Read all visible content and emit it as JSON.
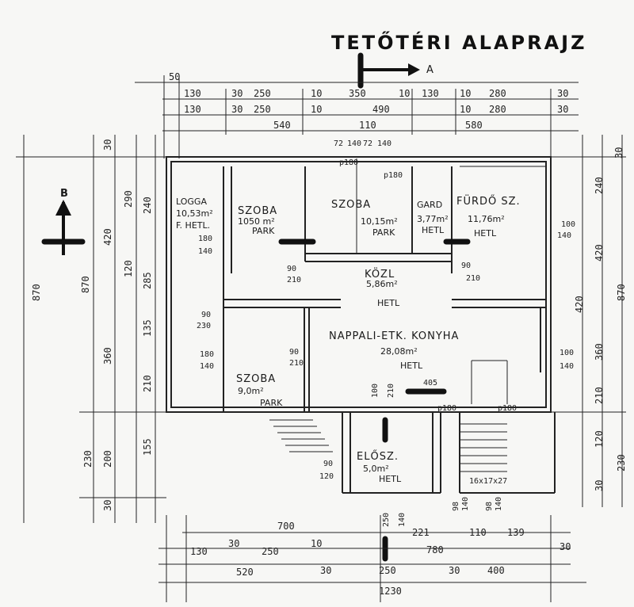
{
  "title": "TETŐTÉRI ALAPRAJZ",
  "section_marks": {
    "a": "A",
    "b": "B"
  },
  "rooms": {
    "logga": {
      "name": "LOGGA",
      "area": "10,53m²",
      "finish": "F. HETL."
    },
    "szoba1": {
      "name": "SZOBA",
      "area": "1050 m²",
      "finish": "PARK"
    },
    "szoba2": {
      "name": "SZOBA",
      "area": "10,15m²",
      "finish": "PARK"
    },
    "gard": {
      "name": "GARD",
      "area": "3,77m²",
      "finish": "HETL"
    },
    "furdo": {
      "name": "FÜRDŐ SZ.",
      "area": "11,76m²",
      "finish": "HETL"
    },
    "kozl": {
      "name": "KÖZL",
      "area": "5,86m²",
      "finish": "HETL"
    },
    "nappali": {
      "name": "NAPPALI-ETK. KONYHA",
      "area": "28,08m²",
      "finish": "HETL"
    },
    "szoba3": {
      "name": "SZOBA",
      "area": "9,0m²",
      "finish": "PARK"
    },
    "elosz": {
      "name": "ELŐSZ.",
      "area": "5,0m²",
      "finish": "HETL"
    }
  },
  "dims": {
    "top1": [
      "50"
    ],
    "top2": [
      "130",
      "30",
      "250",
      "10",
      "350",
      "10",
      "130",
      "10",
      "280",
      "30"
    ],
    "top3": [
      "130",
      "30",
      "250",
      "10",
      "490",
      "10",
      "280",
      "30"
    ],
    "top4": [
      "540",
      "110",
      "580"
    ],
    "top5": [
      "72",
      "140",
      "72",
      "140"
    ],
    "left1": [
      "30",
      "420",
      "240"
    ],
    "left2": [
      "870",
      "360",
      "230"
    ],
    "left3": [
      "290",
      "120",
      "285",
      "135",
      "210",
      "155"
    ],
    "left4": [
      "870",
      "200",
      "30"
    ],
    "right1": [
      "240",
      "420",
      "870",
      "120",
      "30"
    ],
    "right2": [
      "30",
      "420",
      "360",
      "210",
      "230"
    ],
    "bottom1": [
      "700",
      "221",
      "110",
      "139"
    ],
    "bottom2": [
      "130",
      "30",
      "250",
      "10",
      "780",
      "30"
    ],
    "bottom3": [
      "520",
      "30",
      "250",
      "30",
      "400"
    ],
    "bottom4": [
      "1230"
    ],
    "door_notes": {
      "d1": "180",
      "d2": "140",
      "d3": "90",
      "d4": "210",
      "d5": "90",
      "d6": "230",
      "d7": "180",
      "d8": "140",
      "d9": "90",
      "d10": "210",
      "d11": "100",
      "d12": "140",
      "d13": "100",
      "d14": "140",
      "d15": "90",
      "d16": "210",
      "d17": "90",
      "d18": "120",
      "d19": "p180",
      "d20": "p180",
      "d21": "p180",
      "d22": "p180",
      "d23": "100",
      "d24": "210",
      "d25": "405",
      "d26": "250",
      "d27": "140",
      "d28": "98",
      "d29": "140",
      "d30": "98",
      "d31": "140",
      "stair": "16x17x27"
    }
  }
}
